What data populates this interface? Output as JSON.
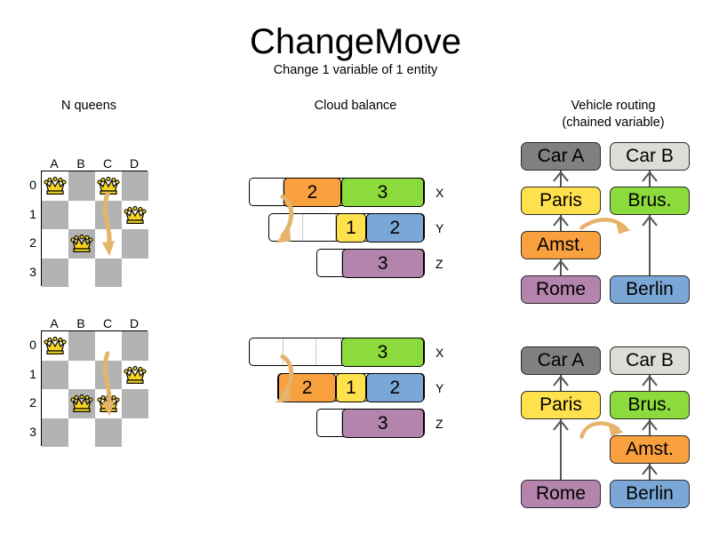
{
  "header": {
    "title": "ChangeMove",
    "subtitle": "Change 1 variable of 1 entity"
  },
  "sections": {
    "nqueens": {
      "heading": "N queens"
    },
    "cloud": {
      "heading": "Cloud balance"
    },
    "vrp": {
      "heading_line1": "Vehicle routing",
      "heading_line2": "(chained variable)"
    }
  },
  "colors": {
    "orange": "#f9a03f",
    "green": "#8cdb3c",
    "yellow": "#ffe14d",
    "blue": "#7ba7d7",
    "purple": "#b584ac",
    "car_a_gray": "#808080",
    "car_b_gray": "#dddcd6",
    "board_dark": "#b3b3b3",
    "board_light": "#ffffff",
    "arrow": "#e5b36a",
    "queen_gold": "#f5d523"
  },
  "nqueens": {
    "column_labels": [
      "A",
      "B",
      "C",
      "D"
    ],
    "row_labels": [
      "0",
      "1",
      "2",
      "3"
    ],
    "before": {
      "queens": [
        {
          "col": "A",
          "row": "0"
        },
        {
          "col": "C",
          "row": "0"
        },
        {
          "col": "D",
          "row": "1"
        },
        {
          "col": "B",
          "row": "2"
        }
      ],
      "move_arrow": {
        "from_col": "C",
        "from_row": "0",
        "to_col": "C",
        "to_row": "2"
      }
    },
    "after": {
      "queens": [
        {
          "col": "A",
          "row": "0"
        },
        {
          "col": "D",
          "row": "1"
        },
        {
          "col": "B",
          "row": "2"
        },
        {
          "col": "C",
          "row": "2"
        }
      ],
      "move_arrow": {
        "from_col": "C",
        "from_row": "0",
        "to_col": "C",
        "to_row": "2"
      }
    }
  },
  "cloud": {
    "before": {
      "rows": [
        {
          "label": "X",
          "segments": [
            {
              "value": "",
              "color": "empty",
              "width": 38
            },
            {
              "value": "2",
              "color": "orange",
              "width": 66
            },
            {
              "value": "3",
              "color": "green",
              "width": 94
            }
          ]
        },
        {
          "label": "Y",
          "segments": [
            {
              "value": "",
              "color": "empty",
              "width": 38
            },
            {
              "value": "",
              "color": "empty",
              "width": 38
            },
            {
              "value": "1",
              "color": "yellow",
              "width": 34
            },
            {
              "value": "2",
              "color": "blue",
              "width": 66
            }
          ]
        },
        {
          "label": "Z",
          "segments": [
            {
              "value": "",
              "color": "empty",
              "width": 28
            },
            {
              "value": "3",
              "color": "purple",
              "width": 94
            }
          ]
        }
      ],
      "move_arrow": {
        "from_row": "X",
        "to_row": "Y"
      }
    },
    "after": {
      "rows": [
        {
          "label": "X",
          "segments": [
            {
              "value": "",
              "color": "empty",
              "width": 38
            },
            {
              "value": "",
              "color": "empty",
              "width": 38
            },
            {
              "value": "",
              "color": "empty",
              "width": 28
            },
            {
              "value": "3",
              "color": "green",
              "width": 94
            }
          ]
        },
        {
          "label": "Y",
          "segments": [
            {
              "value": "2",
              "color": "orange",
              "width": 66
            },
            {
              "value": "1",
              "color": "yellow",
              "width": 34
            },
            {
              "value": "2",
              "color": "blue",
              "width": 66
            }
          ]
        },
        {
          "label": "Z",
          "segments": [
            {
              "value": "",
              "color": "empty",
              "width": 28
            },
            {
              "value": "3",
              "color": "purple",
              "width": 94
            }
          ]
        }
      ],
      "move_arrow": {
        "from_row": "X",
        "to_row": "Y"
      }
    }
  },
  "vrp": {
    "before": {
      "nodes": {
        "car_a": "Car A",
        "car_b": "Car B",
        "paris": "Paris",
        "brussels": "Brus.",
        "amsterdam": "Amst.",
        "rome": "Rome",
        "berlin": "Berlin"
      },
      "chain_a": [
        "Car A",
        "Paris",
        "Amst.",
        "Rome"
      ],
      "chain_b": [
        "Car B",
        "Brus.",
        "Berlin"
      ],
      "move_arrow": {
        "entity": "Amst.",
        "to": "Brus."
      }
    },
    "after": {
      "nodes": {
        "car_a": "Car A",
        "car_b": "Car B",
        "paris": "Paris",
        "brussels": "Brus.",
        "amsterdam": "Amst.",
        "rome": "Rome",
        "berlin": "Berlin"
      },
      "chain_a": [
        "Car A",
        "Paris",
        "Rome"
      ],
      "chain_b": [
        "Car B",
        "Brus.",
        "Amst.",
        "Berlin"
      ],
      "move_arrow": {
        "entity": "Amst.",
        "to": "Brus."
      }
    }
  }
}
